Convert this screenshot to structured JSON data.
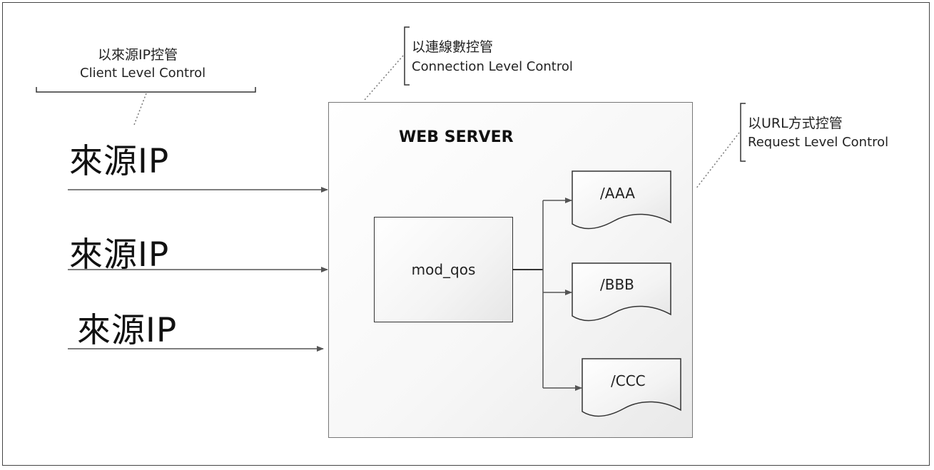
{
  "callouts": {
    "client": {
      "cn": "以來源IP控管",
      "en": "Client Level Control"
    },
    "connection": {
      "cn": "以連線數控管",
      "en": "Connection Level Control"
    },
    "request": {
      "cn": "以URL方式控管",
      "en": "Request Level Control"
    }
  },
  "sources": [
    "來源IP",
    "來源IP",
    "來源IP"
  ],
  "server": {
    "title": "WEB SERVER",
    "module": "mod_qos"
  },
  "urls": [
    "/AAA",
    "/BBB",
    "/CCC"
  ]
}
